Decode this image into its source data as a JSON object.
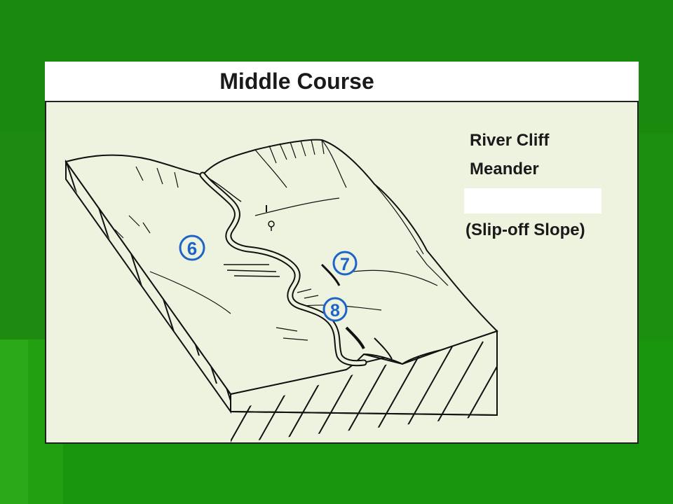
{
  "slide": {
    "title": "Middle Course"
  },
  "labels": {
    "river_cliff": "River Cliff",
    "meander": "Meander",
    "slip_off_slope": "(Slip-off Slope)"
  },
  "markers": {
    "six": "6",
    "seven": "7",
    "eight": "8"
  },
  "colors": {
    "background_green": "#1f8a10",
    "panel": "#eef3df",
    "marker_blue": "#1e64c8"
  }
}
